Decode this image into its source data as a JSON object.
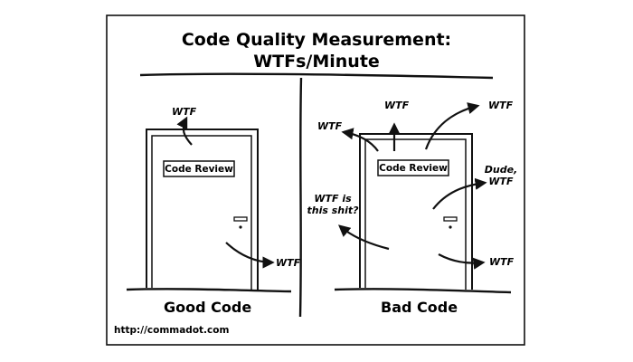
{
  "comic": {
    "title_line1": "Code Quality Measurement:",
    "title_line2": "WTFs/Minute",
    "good": {
      "sign": "Code Review",
      "caption": "Good Code",
      "exclamations": [
        "WTF",
        "WTF"
      ]
    },
    "bad": {
      "sign": "Code Review",
      "caption": "Bad Code",
      "exclamations": [
        "WTF",
        "WTF",
        "WTF",
        "Dude,",
        "WTF",
        "WTF is",
        "this shit?",
        "WTF"
      ]
    },
    "credit": "http://commadot.com"
  }
}
